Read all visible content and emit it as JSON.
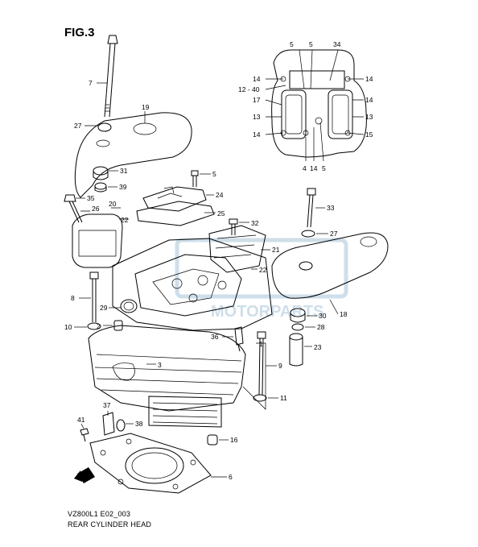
{
  "figure": {
    "title": "FIG.3",
    "code": "VZ800L1 E02_003",
    "caption": "REAR CYLINDER HEAD",
    "watermark": "MOTORPARTS",
    "accent_color": "#c9dbe8"
  },
  "callouts": {
    "c1": "1",
    "c2": "2",
    "c3": "3",
    "c4": "4",
    "c5": "5",
    "c6": "6",
    "c7": "7",
    "c8": "8",
    "c9": "9",
    "c10": "10",
    "c11": "11",
    "c12_40": "12 - 40",
    "c13": "13",
    "c14": "14",
    "c15": "15",
    "c16": "16",
    "c17": "17",
    "c18": "18",
    "c19": "19",
    "c20": "20",
    "c21": "21",
    "c22": "22",
    "c23": "23",
    "c24": "24",
    "c25": "25",
    "c26": "26",
    "c27": "27",
    "c28": "28",
    "c29": "29",
    "c30": "30",
    "c31": "31",
    "c32": "32",
    "c33": "33",
    "c34": "34",
    "c35": "35",
    "c36": "36",
    "c37": "37",
    "c38": "38",
    "c39": "39",
    "c41": "41"
  }
}
